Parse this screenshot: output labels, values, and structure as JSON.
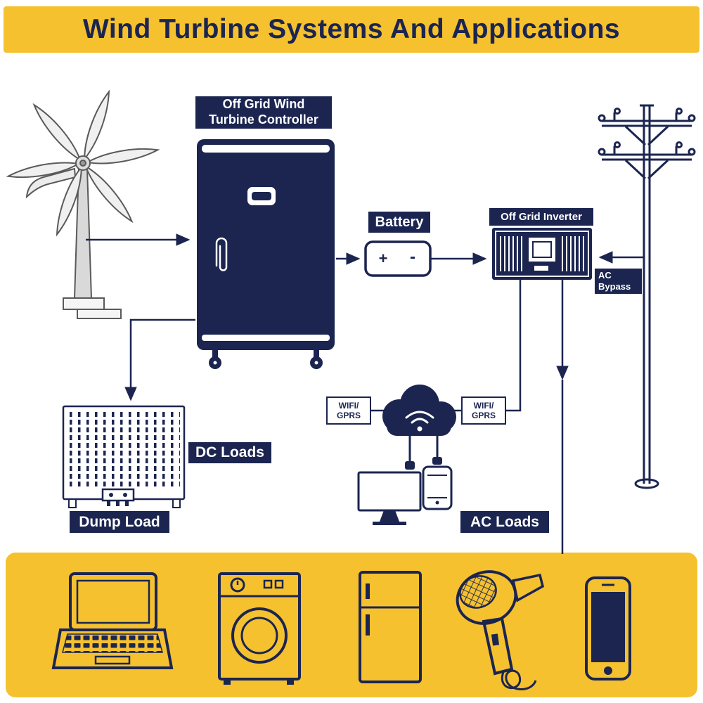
{
  "title": "Wind Turbine Systems And Applications",
  "colors": {
    "banner_yellow": "#F5C12F",
    "navy": "#1B2550",
    "background": "#FFFFFF"
  },
  "labels": {
    "controller_line1": "Off Grid Wind",
    "controller_line2": "Turbine Controller",
    "battery": "Battery",
    "battery_plus": "+",
    "battery_minus": "-",
    "inverter": "Off Grid Inverter",
    "ac_bypass_line1": "AC",
    "ac_bypass_line2": "Bypass",
    "wifi_left_line1": "WIFI/",
    "wifi_left_line2": "GPRS",
    "wifi_right_line1": "WIFI/",
    "wifi_right_line2": "GPRS",
    "dc_loads": "DC Loads",
    "dump_load": "Dump Load",
    "ac_loads": "AC Loads"
  },
  "icons": {
    "wind_turbine": "wind-turbine-icon",
    "controller_cabinet": "controller-cabinet-icon",
    "battery": "battery-icon",
    "inverter": "inverter-icon",
    "utility_pole": "utility-pole-icon",
    "cloud_wifi": "cloud-wifi-icon",
    "monitor": "monitor-icon",
    "smartphone_small": "smartphone-icon",
    "dump_load_resistor": "dump-load-resistor-icon",
    "laptop": "laptop-icon",
    "washing_machine": "washing-machine-icon",
    "refrigerator": "refrigerator-icon",
    "hair_dryer": "hair-dryer-icon",
    "smartphone_large": "smartphone-icon"
  }
}
